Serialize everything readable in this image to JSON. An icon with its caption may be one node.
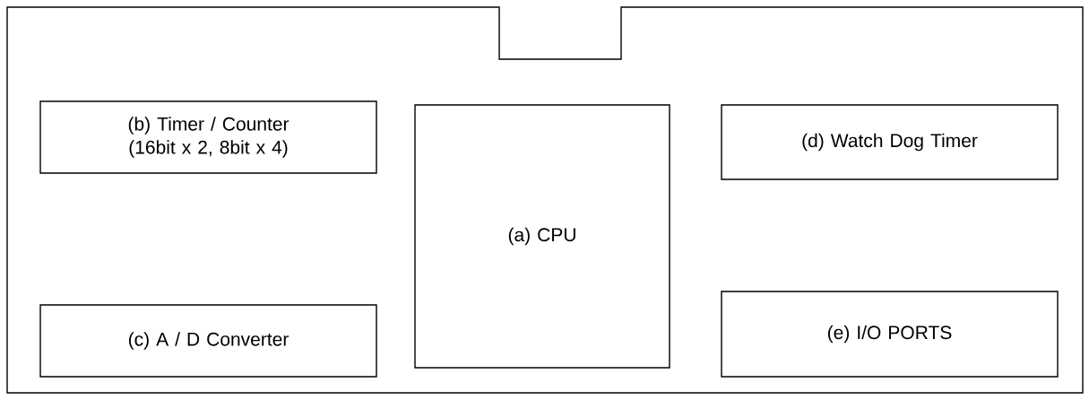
{
  "diagram": {
    "nodes": [
      {
        "text": [],
        "shape": "box"
      },
      {
        "text": [
          "(b) Timer / Counter (16bit x 2, 8bit x 4)"
        ],
        "in": 0
      },
      {
        "text": [
          "(a) CPU"
        ],
        "in": 0
      },
      {
        "text": [
          "(d) Watch Dog Timer"
        ],
        "in": 0
      },
      {
        "text": [
          "(c) A / D Converter"
        ],
        "in": 0
      },
      {
        "text": [
          "(e) I/O PORTS"
        ],
        "in": 0
      }
    ]
  }
}
